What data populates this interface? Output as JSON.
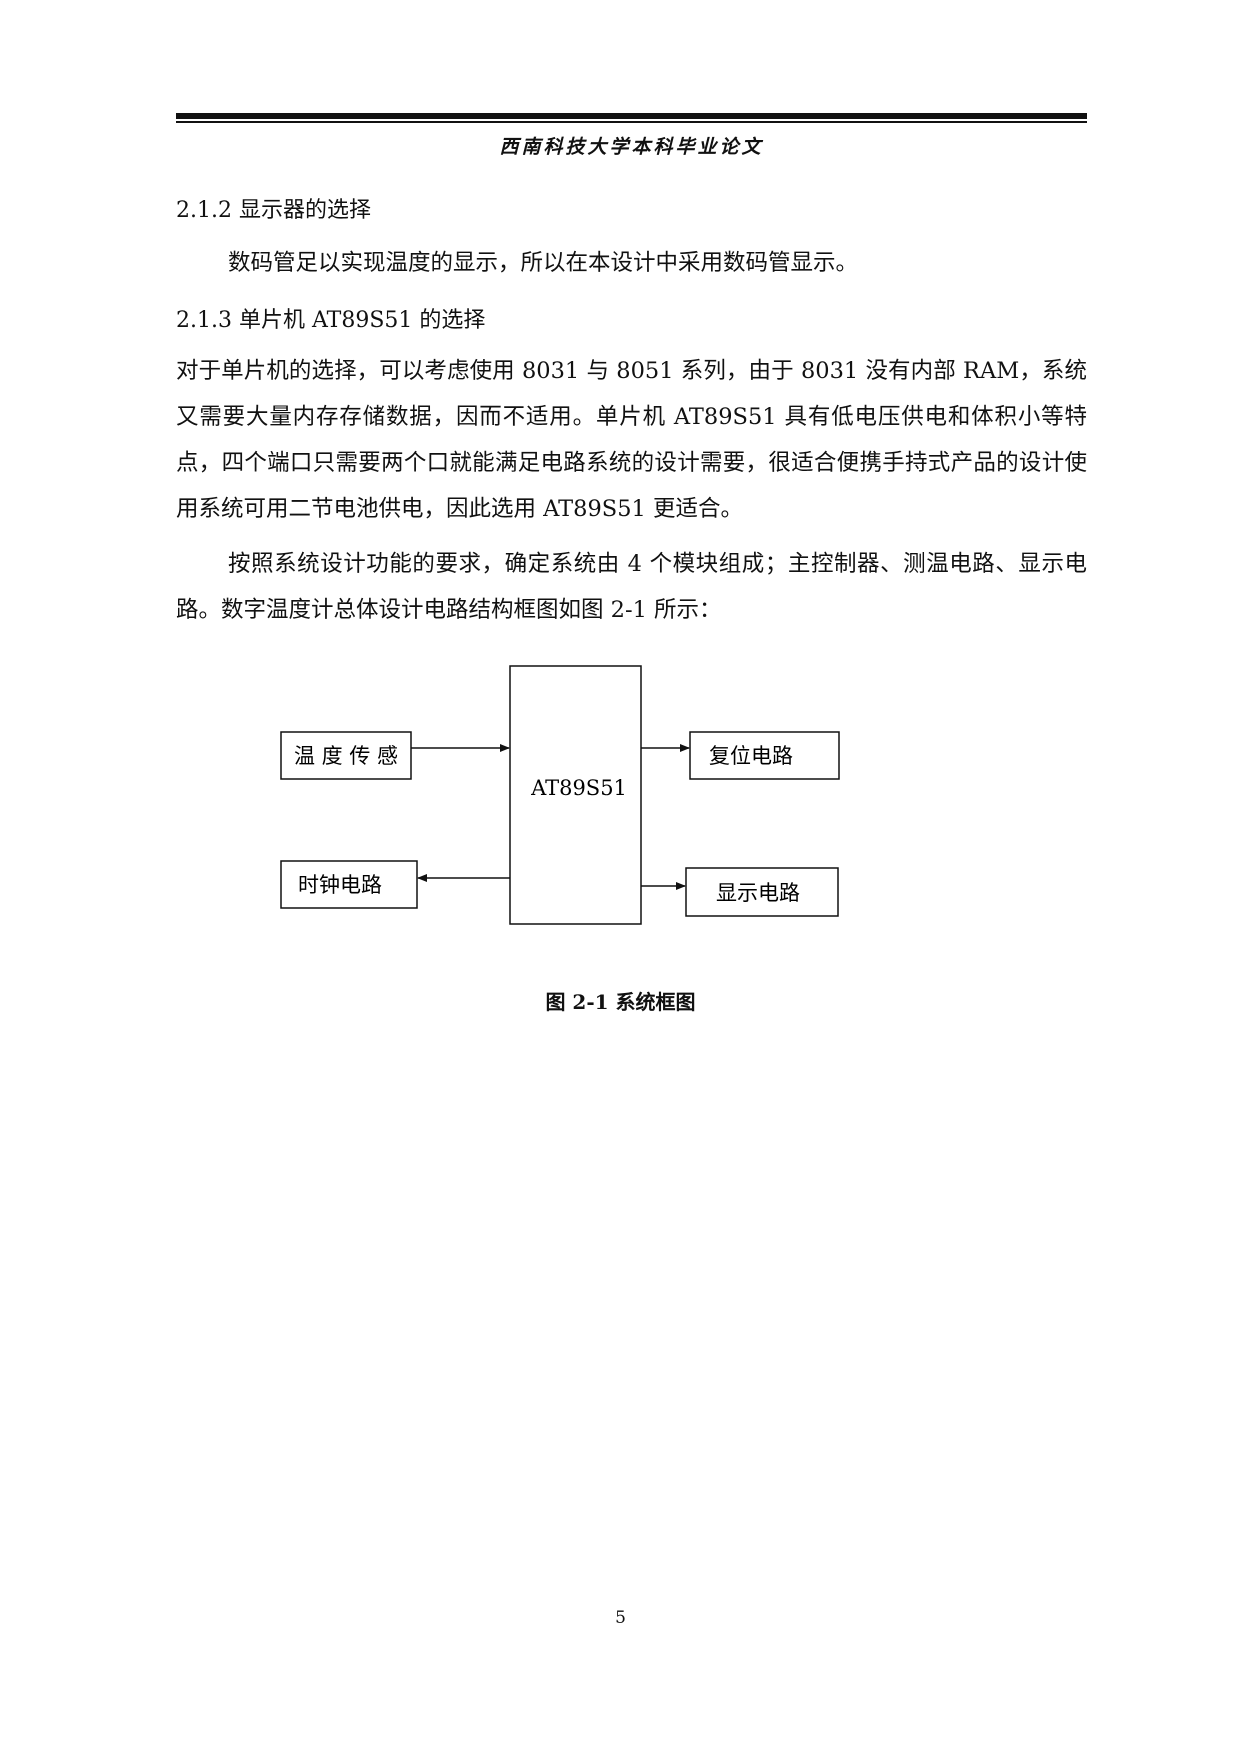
{
  "header": {
    "running_title": "西南科技大学本科毕业论文"
  },
  "sections": {
    "s212": {
      "heading": "2.1.2  显示器的选择",
      "paragraph": "数码管足以实现温度的显示，所以在本设计中采用数码管显示。"
    },
    "s213": {
      "heading": "2.1.3  单片机 AT89S51 的选择",
      "paragraph1": "对于单片机的选择，可以考虑使用 8031 与 8051 系列，由于 8031 没有内部 RAM，系统又需要大量内存存储数据，因而不适用。单片机 AT89S51 具有低电压供电和体积小等特点，四个端口只需要两个口就能满足电路系统的设计需要，很适合便携手持式产品的设计使用系统可用二节电池供电，因此选用 AT89S51 更适合。",
      "paragraph2": "按照系统设计功能的要求，确定系统由 4 个模块组成；主控制器、测温电路、显示电路。数字温度计总体设计电路结构框图如图 2-1 所示："
    }
  },
  "figure": {
    "blocks": {
      "mcu": "AT89S51",
      "temp_sensor": "温 度 传 感",
      "clock": "时钟电路",
      "reset": "复位电路",
      "display": "显示电路"
    },
    "caption": "图 2-1    系统框图"
  },
  "footer": {
    "page_number": "5"
  }
}
